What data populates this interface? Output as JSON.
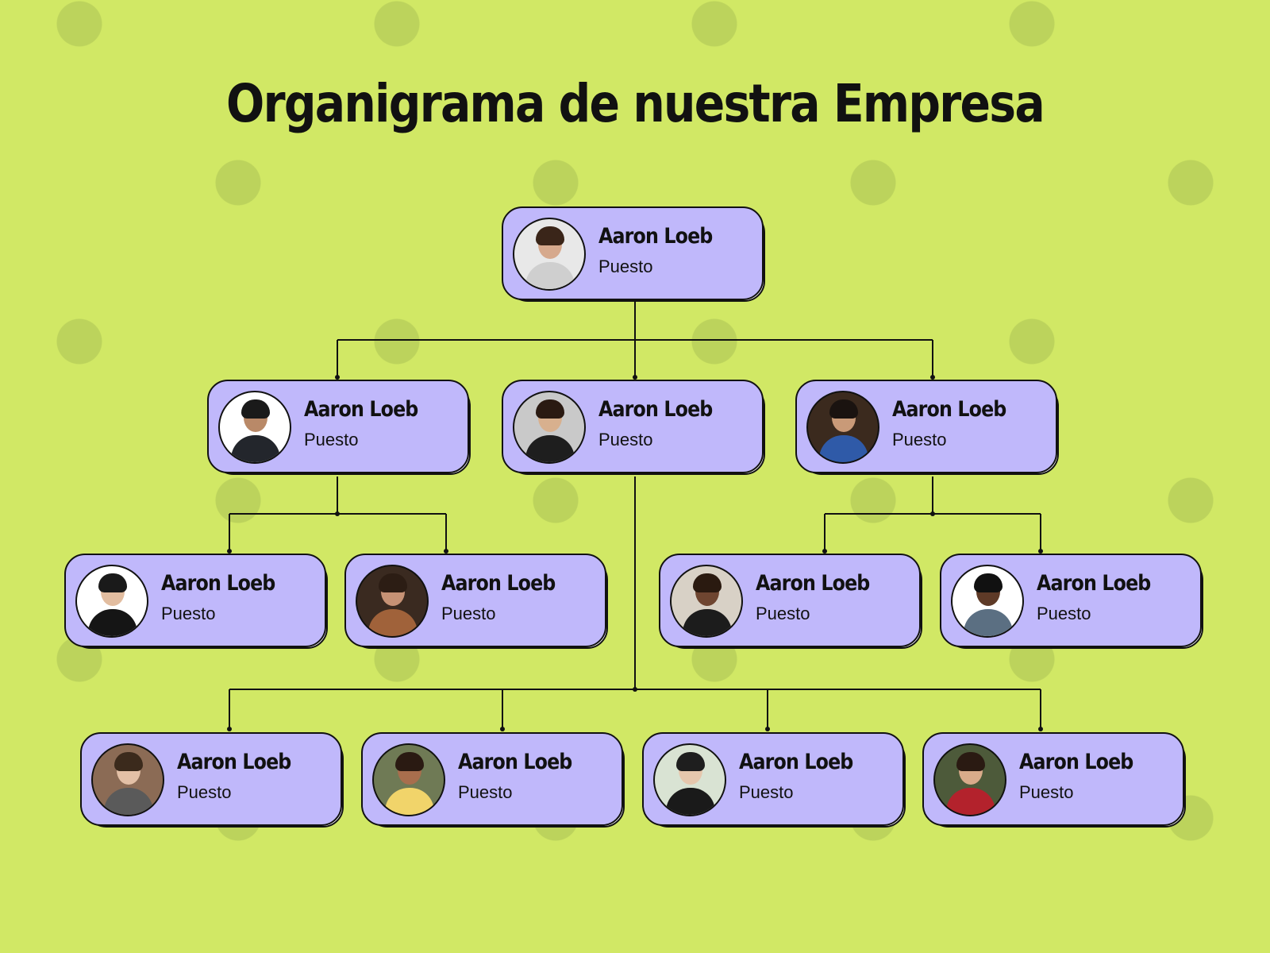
{
  "title": "Organigrama de nuestra Empresa",
  "colors": {
    "background": "#d1e865",
    "dots": "#bcd35c",
    "card": "#c0b8fb",
    "card_shadow": "#ffffff",
    "outline": "#111111"
  },
  "nodes": [
    {
      "name": "Aaron Loeb",
      "role": "Puesto",
      "avatar": {
        "bg": "#e8e8e8",
        "skin": "#d6a98d",
        "hair": "#3a2519",
        "outfit": "#cfcfcf"
      }
    },
    {
      "name": "Aaron Loeb",
      "role": "Puesto",
      "avatar": {
        "bg": "#ffffff",
        "skin": "#b98968",
        "hair": "#1a1a1a",
        "outfit": "#23262c"
      }
    },
    {
      "name": "Aaron Loeb",
      "role": "Puesto",
      "avatar": {
        "bg": "#c9c9c9",
        "skin": "#d8b08e",
        "hair": "#2a1a12",
        "outfit": "#1e1e1e"
      }
    },
    {
      "name": "Aaron Loeb",
      "role": "Puesto",
      "avatar": {
        "bg": "#3b2a1e",
        "skin": "#c99a78",
        "hair": "#1a1310",
        "outfit": "#2f5aa8"
      }
    },
    {
      "name": "Aaron Loeb",
      "role": "Puesto",
      "avatar": {
        "bg": "#ffffff",
        "skin": "#e2bda0",
        "hair": "#1a1a1a",
        "outfit": "#151515"
      }
    },
    {
      "name": "Aaron Loeb",
      "role": "Puesto",
      "avatar": {
        "bg": "#3a2a20",
        "skin": "#c69275",
        "hair": "#2c1d14",
        "outfit": "#a0623a"
      }
    },
    {
      "name": "Aaron Loeb",
      "role": "Puesto",
      "avatar": {
        "bg": "#d8d1c6",
        "skin": "#6e4530",
        "hair": "#2a1a10",
        "outfit": "#1c1c1c"
      }
    },
    {
      "name": "Aaron Loeb",
      "role": "Puesto",
      "avatar": {
        "bg": "#ffffff",
        "skin": "#5e3a27",
        "hair": "#111111",
        "outfit": "#5b6f82"
      }
    },
    {
      "name": "Aaron Loeb",
      "role": "Puesto",
      "avatar": {
        "bg": "#8b6b55",
        "skin": "#e3c0a6",
        "hair": "#3b2a1c",
        "outfit": "#5a5a5a"
      }
    },
    {
      "name": "Aaron Loeb",
      "role": "Puesto",
      "avatar": {
        "bg": "#6f7a55",
        "skin": "#a86e4d",
        "hair": "#2a1a12",
        "outfit": "#f1d46a"
      }
    },
    {
      "name": "Aaron Loeb",
      "role": "Puesto",
      "avatar": {
        "bg": "#d9e3d3",
        "skin": "#e6c7ad",
        "hair": "#1e1e1e",
        "outfit": "#1a1a1a"
      }
    },
    {
      "name": "Aaron Loeb",
      "role": "Puesto",
      "avatar": {
        "bg": "#4d5a3a",
        "skin": "#d9ab8a",
        "hair": "#2a1a12",
        "outfit": "#b3222c"
      }
    }
  ]
}
